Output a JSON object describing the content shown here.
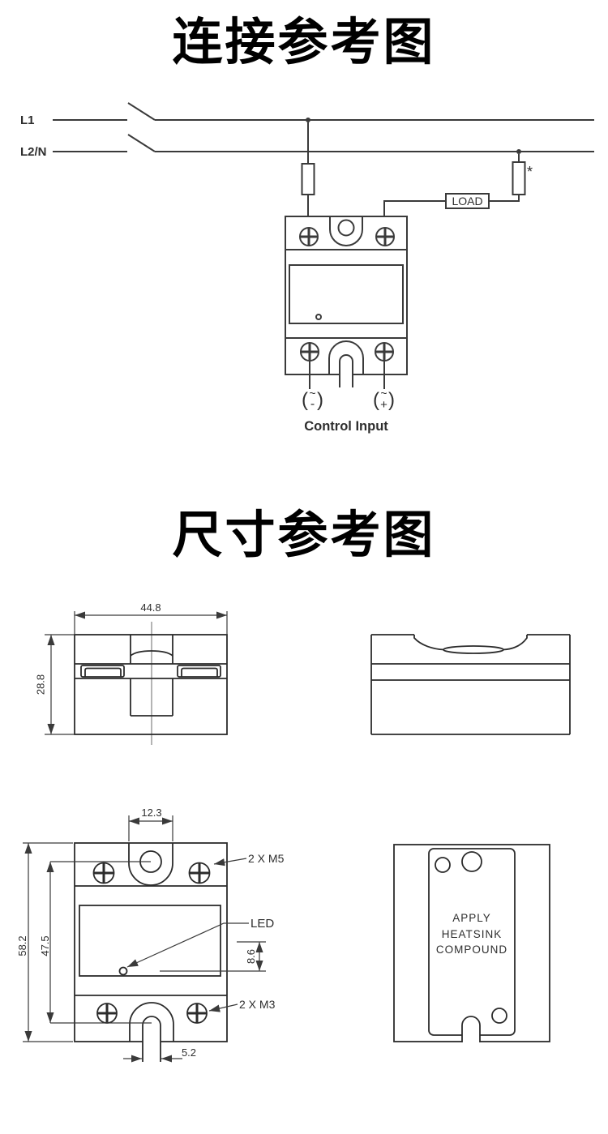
{
  "connection": {
    "title": "连接参考图",
    "l1": "L1",
    "l2n": "L2/N",
    "load": "LOAD",
    "asterisk": "*",
    "neg": {
      "open": "(",
      "tilde": "~",
      "sign": "-",
      "close": ")"
    },
    "pos": {
      "open": "(",
      "tilde": "~",
      "sign": "+",
      "close": ")"
    },
    "caption": "Control Input"
  },
  "dimensions": {
    "title": "尺寸参考图",
    "top_view": {
      "width": "44.8",
      "depth": "28.8"
    },
    "front_view": {
      "tab_hole_width": "12.3",
      "overall_height": "58.2",
      "mount_span": "47.5",
      "led_offset": "8.6",
      "slot_width": "5.2",
      "top_screw_spec": "2 X M5",
      "bottom_screw_spec": "2 X M3",
      "led": "LED"
    },
    "back_view": {
      "line1": "APPLY",
      "line2": "HEATSINK",
      "line3": "COMPOUND"
    }
  }
}
